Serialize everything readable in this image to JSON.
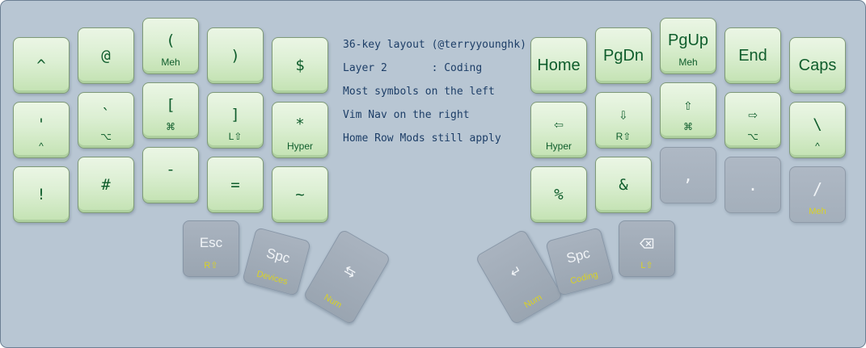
{
  "info": {
    "title": "36-key layout (@terryyounghk)",
    "layer": "Layer 2       : Coding",
    "note1": "Most symbols on the left",
    "note2": "Vim Nav on the right",
    "note3": "Home Row Mods still apply"
  },
  "left": {
    "r1": [
      {
        "main": "^"
      },
      {
        "main": "@"
      },
      {
        "main": "(",
        "sub": "Meh"
      },
      {
        "main": ")"
      },
      {
        "main": "$"
      }
    ],
    "r2": [
      {
        "main": "'",
        "sub": "^"
      },
      {
        "main": "`",
        "sub": "⌥"
      },
      {
        "main": "[",
        "sub": "⌘"
      },
      {
        "main": "]",
        "sub": "L⇧"
      },
      {
        "main": "*",
        "sub": "Hyper"
      }
    ],
    "r3": [
      {
        "main": "!"
      },
      {
        "main": "#"
      },
      {
        "main": "-"
      },
      {
        "main": "="
      },
      {
        "main": "~"
      }
    ],
    "thumbs": [
      {
        "main": "Esc",
        "sub": "R⇧"
      },
      {
        "main": "Spc",
        "sub": "Devices"
      },
      {
        "main": "⇆",
        "sub": "Num"
      }
    ]
  },
  "right": {
    "r1": [
      {
        "main": "Home"
      },
      {
        "main": "PgDn"
      },
      {
        "main": "PgUp",
        "sub": "Meh"
      },
      {
        "main": "End"
      },
      {
        "main": "Caps"
      }
    ],
    "r2": [
      {
        "main": "⇦",
        "sub": "Hyper"
      },
      {
        "main": "⇩",
        "sub": "R⇧"
      },
      {
        "main": "⇧",
        "sub": "⌘"
      },
      {
        "main": "⇨",
        "sub": "⌥"
      },
      {
        "main": "\\",
        "sub": "^"
      }
    ],
    "r3": [
      {
        "main": "%"
      },
      {
        "main": "&"
      },
      {
        "main": ","
      },
      {
        "main": "."
      },
      {
        "main": "/",
        "sub": "Meh"
      }
    ],
    "thumbs": [
      {
        "main": "↵",
        "sub": "Num"
      },
      {
        "main": "Spc",
        "sub": "Coding"
      },
      {
        "icon": "backspace-icon",
        "sub": "L⇧"
      }
    ]
  },
  "colors": {
    "board": "#b8c6d3",
    "key_green": "#dcefd3",
    "key_gray": "#a4afbb",
    "legend_green": "#0f5d2c",
    "legend_yellow": "#d9d225",
    "info_text": "#1d3e67"
  }
}
